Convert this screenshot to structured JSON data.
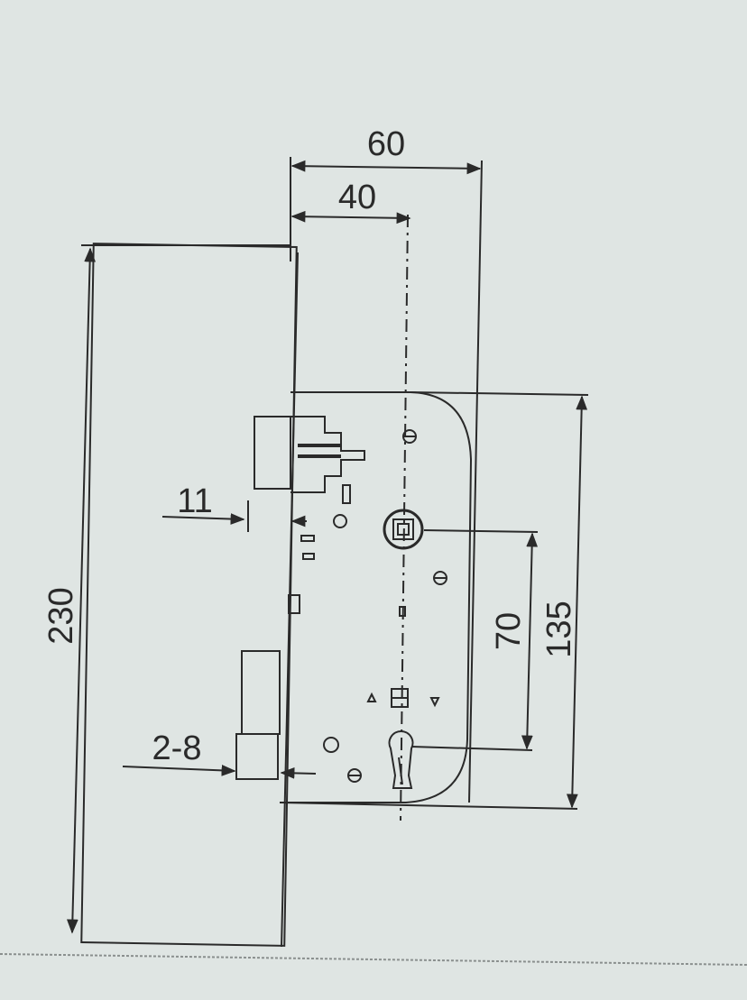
{
  "drawing": {
    "dimensions": {
      "faceplate_width": "60",
      "backset": "40",
      "total_height": "230",
      "case_height": "135",
      "center_distance": "70",
      "faceplate_offset": "11",
      "door_thickness": "2-8"
    }
  },
  "colors": {
    "paper": "#dfe5e3",
    "ink": "#2a2a2a"
  }
}
